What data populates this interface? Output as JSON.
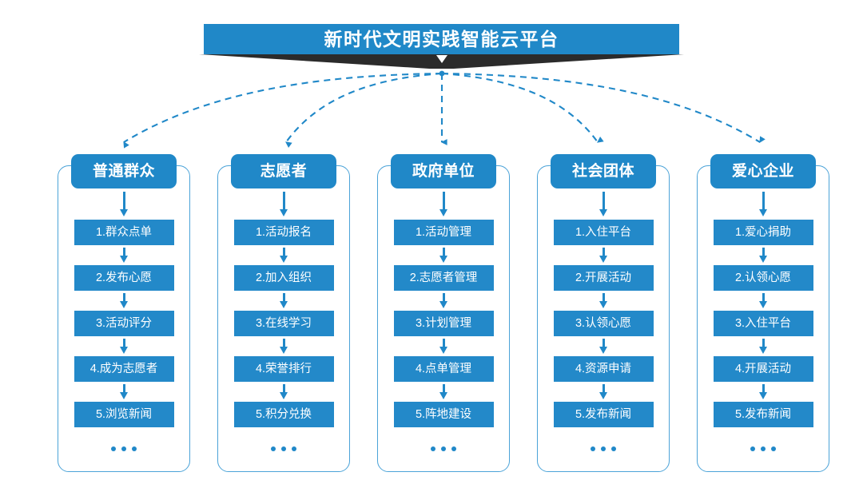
{
  "title": {
    "text": "新时代文明实践智能云平台",
    "bar_color": "#2088c8",
    "shadow_color": "#2b2b2b",
    "caret_icon": "triangle-down-icon"
  },
  "theme": {
    "primary": "#2088c8",
    "item": "#2389c9",
    "card_border": "#4ba3d8",
    "connector": "#2088c8",
    "text_on_blue": "#ffffff",
    "background": "#ffffff"
  },
  "connectors": {
    "style": "dashed",
    "color": "#2088c8",
    "origin_label": "platform-hub",
    "arrow_icon": "arrow-down-icon",
    "count": 5
  },
  "ellipsis": "• • •",
  "columns": [
    {
      "id": "ordinary-public",
      "header": "普通群众",
      "items": [
        "1.群众点单",
        "2.发布心愿",
        "3.活动评分",
        "4.成为志愿者",
        "5.浏览新闻"
      ]
    },
    {
      "id": "volunteer",
      "header": "志愿者",
      "items": [
        "1.活动报名",
        "2.加入组织",
        "3.在线学习",
        "4.荣誉排行",
        "5.积分兑换"
      ]
    },
    {
      "id": "government-unit",
      "header": "政府单位",
      "items": [
        "1.活动管理",
        "2.志愿者管理",
        "3.计划管理",
        "4.点单管理",
        "5.阵地建设"
      ]
    },
    {
      "id": "social-group",
      "header": "社会团体",
      "items": [
        "1.入住平台",
        "2.开展活动",
        "3.认领心愿",
        "4.资源申请",
        "5.发布新闻"
      ]
    },
    {
      "id": "caring-enterprise",
      "header": "爱心企业",
      "items": [
        "1.爱心捐助",
        "2.认领心愿",
        "3.入住平台",
        "4.开展活动",
        "5.发布新闻"
      ]
    }
  ]
}
